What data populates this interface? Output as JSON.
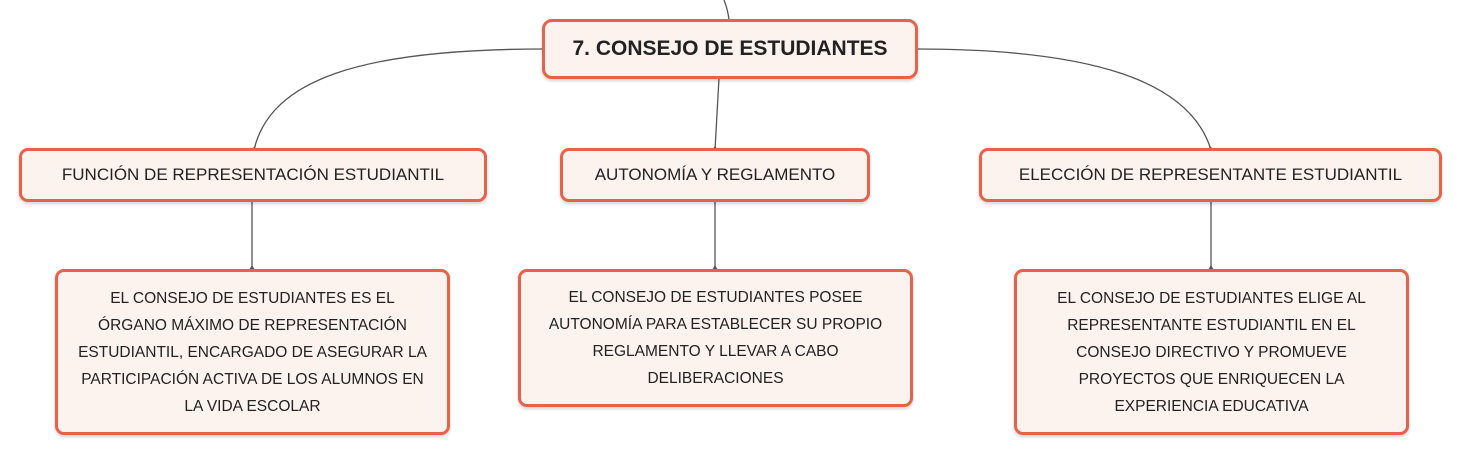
{
  "root": {
    "label": "7. CONSEJO DE ESTUDIANTES"
  },
  "branches": [
    {
      "label": "FUNCIÓN DE REPRESENTACIÓN ESTUDIANTIL"
    },
    {
      "label": "AUTONOMÍA Y REGLAMENTO"
    },
    {
      "label": "ELECCIÓN DE REPRESENTANTE ESTUDIANTIL"
    }
  ],
  "leaves": [
    {
      "lines": [
        "EL CONSEJO DE ESTUDIANTES ES EL",
        "ÓRGANO MÁXIMO DE REPRESENTACIÓN",
        "ESTUDIANTIL, ENCARGADO DE ASEGURAR LA",
        "PARTICIPACIÓN ACTIVA DE LOS ALUMNOS EN",
        "LA VIDA ESCOLAR"
      ]
    },
    {
      "lines": [
        "EL CONSEJO DE ESTUDIANTES POSEE",
        "AUTONOMÍA PARA ESTABLECER SU PROPIO",
        "REGLAMENTO Y LLEVAR A CABO",
        "DELIBERACIONES"
      ]
    },
    {
      "lines": [
        "EL CONSEJO DE ESTUDIANTES ELIGE AL",
        "REPRESENTANTE ESTUDIANTIL EN EL",
        "CONSEJO DIRECTIVO Y PROMUEVE",
        "PROYECTOS QUE ENRIQUECEN LA",
        "EXPERIENCIA EDUCATIVA"
      ]
    }
  ],
  "colors": {
    "border": "#e9604b",
    "fill": "#fdf3ee",
    "line": "#555555",
    "text": "#222222"
  }
}
